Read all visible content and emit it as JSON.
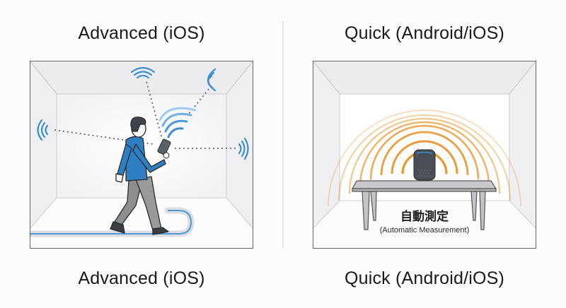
{
  "top_titles": {
    "left": "Advanced (iOS)",
    "right": "Quick (Android/iOS)"
  },
  "bottom_titles": {
    "left": "Advanced (iOS)",
    "right": "Quick (Android/iOS)"
  },
  "left_panel": {
    "scene": "person-walking-with-phone",
    "icons": [
      "wifi-signal-icon",
      "person-icon",
      "smartphone-icon",
      "walking-path-icon"
    ],
    "colors": {
      "signal": "#3b8fd0",
      "shirt": "#2f7fc4",
      "pants": "#8c8c8c",
      "path": "#4a9ad6"
    }
  },
  "right_panel": {
    "scene": "smart-speaker-on-table",
    "caption_jp": "自動測定",
    "caption_en": "(Automatic Measurement)",
    "colors": {
      "rings": "#e8962e",
      "speaker": "#4a4f57",
      "speaker_led": "#3b8fd0",
      "table": "#c8c8cc"
    }
  }
}
